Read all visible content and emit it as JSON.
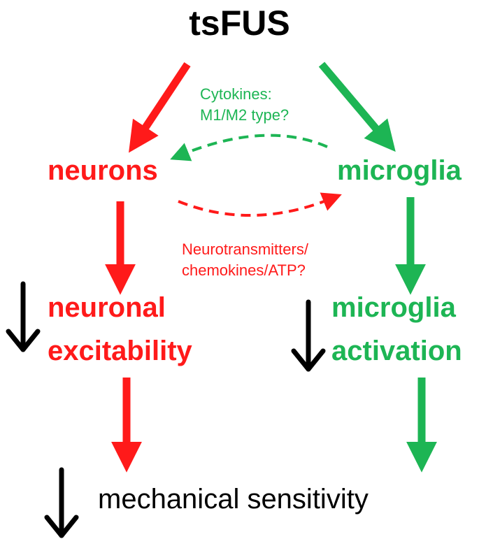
{
  "title": "tsFUS",
  "colors": {
    "red": "#ff1a1a",
    "green": "#1db554",
    "black": "#000000"
  },
  "nodes": {
    "neurons": "neurons",
    "microglia": "microglia",
    "neuronal_line1": "neuronal",
    "neuronal_line2": "excitability",
    "microglia_act_line1": "microglia",
    "microglia_act_line2": "activation",
    "outcome": "mechanical sensitivity"
  },
  "annotations": {
    "cytokines_line1": "Cytokines:",
    "cytokines_line2": "M1/M2 type?",
    "neuro_line1": "Neurotransmitters/",
    "neuro_line2": "chemokines/ATP?"
  }
}
